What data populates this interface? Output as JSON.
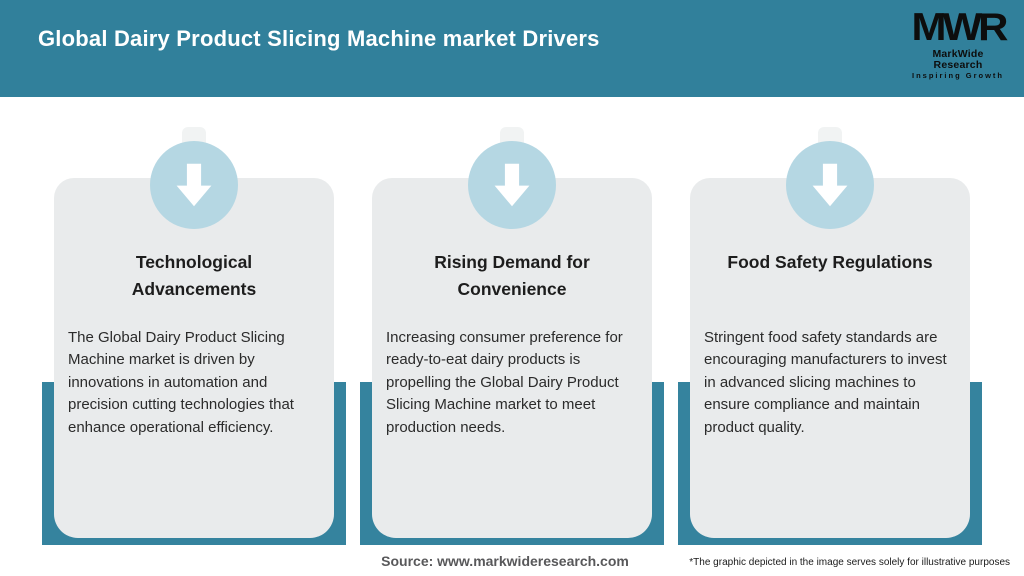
{
  "header": {
    "title": "Global Dairy Product Slicing Machine market Drivers",
    "logo": {
      "monogram": "MWR",
      "name": "MarkWide Research",
      "tagline": "Inspiring Growth"
    }
  },
  "cards": [
    {
      "title": "Technological Advancements",
      "body": "The Global Dairy Product Slicing Machine market is driven by innovations in automation and precision cutting technologies that enhance operational efficiency.",
      "icon": "arrow-down-icon"
    },
    {
      "title": "Rising Demand for Convenience",
      "body": "Increasing consumer preference for ready-to-eat dairy products is propelling the Global Dairy Product Slicing Machine market to meet production needs.",
      "icon": "arrow-down-icon"
    },
    {
      "title": "Food Safety Regulations",
      "body": "Stringent food safety standards are encouraging manufacturers to invest in advanced slicing machines to ensure compliance and maintain product quality.",
      "icon": "arrow-down-icon"
    }
  ],
  "footer": {
    "source": "Source: www.markwideresearch.com",
    "disclaimer": "*The graphic depicted in the image serves solely for illustrative purposes"
  },
  "colors": {
    "teal": "#31809B",
    "band": "#35839E",
    "circle": "#B5D7E3",
    "card_bg": "#E9EBEC",
    "title_text": "#1D1D1D",
    "body_text": "#2B2B2B",
    "source_text": "#58585A"
  }
}
